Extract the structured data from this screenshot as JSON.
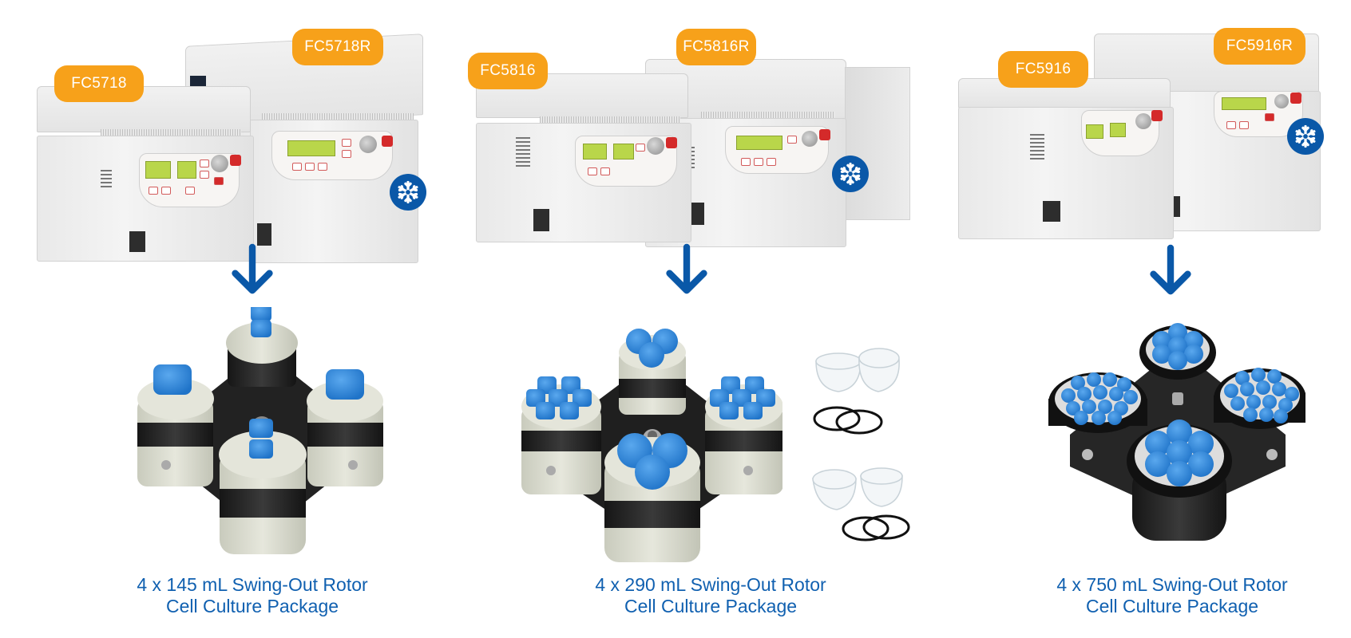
{
  "colors": {
    "badge_bg": "#F7A11A",
    "badge_text": "#FFFFFF",
    "accent_blue": "#0A58A8",
    "caption_text": "#1060B0"
  },
  "columns": [
    {
      "models": [
        {
          "label": "FC5718",
          "refrigerated": false
        },
        {
          "label": "FC5718R",
          "refrigerated": true
        }
      ],
      "refrigeration_icon": "snowflake-icon",
      "arrow_icon": "arrow-down-icon",
      "rotor": {
        "buckets": 4,
        "tubes_per_bucket": 2,
        "accessories": false
      },
      "caption": {
        "line1": "4 x 145 mL Swing-Out Rotor",
        "line2": "Cell Culture Package"
      }
    },
    {
      "models": [
        {
          "label": "FC5816",
          "refrigerated": false
        },
        {
          "label": "FC5816R",
          "refrigerated": true
        }
      ],
      "refrigeration_icon": "snowflake-icon",
      "arrow_icon": "arrow-down-icon",
      "rotor": {
        "buckets": 4,
        "tubes_per_bucket": "3 or 7",
        "accessories": true,
        "accessory_items": [
          "adapter-cups",
          "o-rings",
          "adapter-cups",
          "o-rings"
        ]
      },
      "caption": {
        "line1": "4 x 290 mL Swing-Out Rotor",
        "line2": "Cell Culture Package"
      }
    },
    {
      "models": [
        {
          "label": "FC5916",
          "refrigerated": false
        },
        {
          "label": "FC5916R",
          "refrigerated": true
        }
      ],
      "refrigeration_icon": "snowflake-icon",
      "arrow_icon": "arrow-down-icon",
      "rotor": {
        "buckets": 4,
        "tubes_per_bucket": "7 or 19",
        "accessories": false
      },
      "caption": {
        "line1": "4 x 750 mL Swing-Out Rotor",
        "line2": "Cell Culture Package"
      }
    }
  ]
}
